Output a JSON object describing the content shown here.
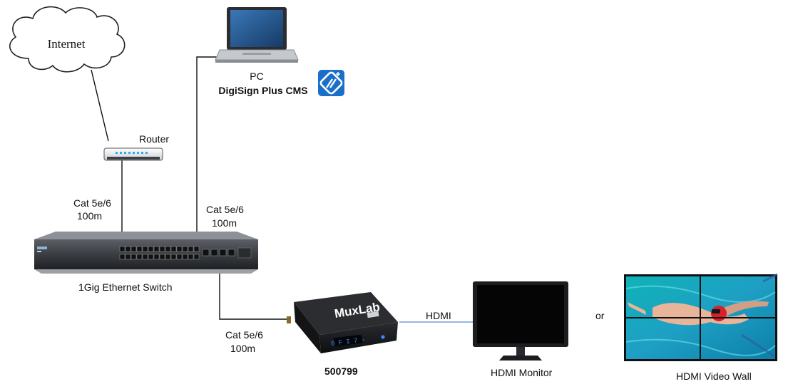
{
  "nodes": {
    "internet": "Internet",
    "router": "Router",
    "pc": "PC",
    "cms": "DigiSign Plus CMS",
    "switch": "1Gig Ethernet Switch",
    "player_id": "500799",
    "player_brand": "MuxLab",
    "player_display": "0 F I 7 -",
    "monitor": "HDMI Monitor",
    "or": "or",
    "videowall": "HDMI Video Wall"
  },
  "links": {
    "router_switch": {
      "cable": "Cat 5e/6",
      "length": "100m"
    },
    "pc_switch": {
      "cable": "Cat 5e/6",
      "length": "100m"
    },
    "switch_player": {
      "cable": "Cat 5e/6",
      "length": "100m"
    },
    "player_monitor": "HDMI"
  },
  "colors": {
    "cms_icon": "#1a6fc9",
    "hdmi_link": "#6fa0d8",
    "player_display": "#3a8cff"
  }
}
